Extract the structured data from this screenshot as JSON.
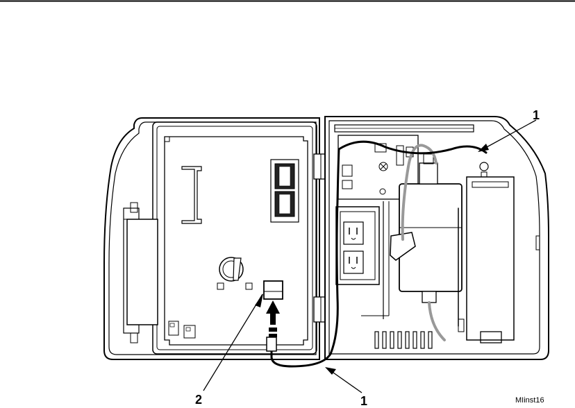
{
  "figure": {
    "callouts": [
      {
        "id": "1",
        "text": "1"
      },
      {
        "id": "2",
        "text": "2"
      },
      {
        "id": "1b",
        "text": "1"
      }
    ],
    "figure_id": "MIinst16",
    "colors": {
      "ink": "#000000",
      "paper": "#ffffff",
      "shade": "#e6e6e6",
      "dark_shade": "#222222"
    }
  }
}
